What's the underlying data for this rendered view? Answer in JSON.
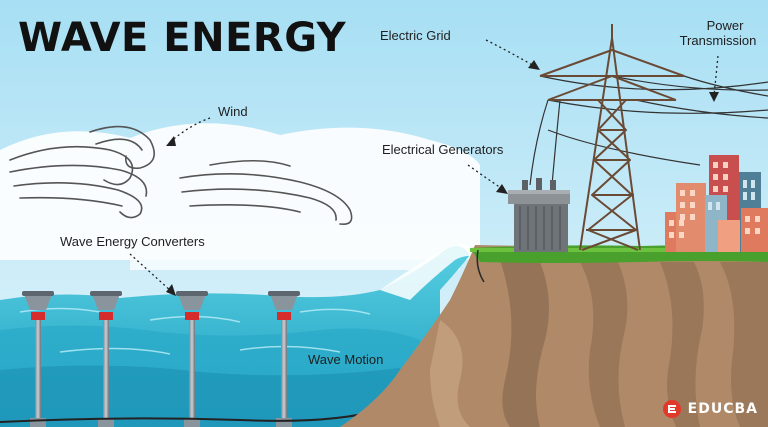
{
  "diagram": {
    "title": "WAVE ENERGY",
    "labels": {
      "electric_grid": "Electric Grid",
      "power_transmission_line1": "Power",
      "power_transmission_line2": "Transmission",
      "wind": "Wind",
      "electrical_generators": "Electrical Generators",
      "wave_energy_converters": "Wave Energy Converters",
      "wave_motion": "Wave Motion"
    },
    "logo": {
      "text": "EDUCBA",
      "icon": "educba-logo-icon"
    },
    "colors": {
      "sky_top": "#a9e0f5",
      "sky_bottom": "#e6f6fb",
      "sea": "#3bbfd6",
      "sea_dark": "#1e9fbd",
      "grass": "#4aa02c",
      "cliff": "#b08a68",
      "cliff_dark": "#8a6a4e",
      "tower": "#6b4a35",
      "converter_red": "#d62c2c",
      "brand_red": "#e23a2a"
    }
  }
}
